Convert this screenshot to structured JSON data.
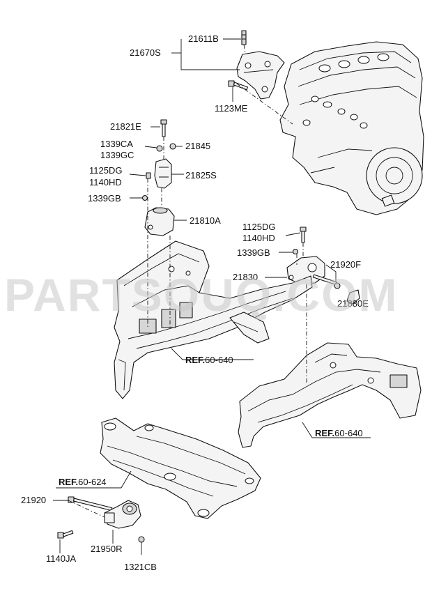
{
  "watermark": "PARTSOUQ.COM",
  "callouts": {
    "c21611B": "21611B",
    "c21670S": "21670S",
    "c1123ME": "1123ME",
    "c21821E": "21821E",
    "c1339CA": "1339CA",
    "c1339GC": "1339GC",
    "c21845": "21845",
    "c1125DG_a": "1125DG",
    "c1140HD_a": "1140HD",
    "c21825S": "21825S",
    "c1339GB_a": "1339GB",
    "c21810A": "21810A",
    "c1125DG_b": "1125DG",
    "c1140HD_b": "1140HD",
    "c1339GB_b": "1339GB",
    "c21920F": "21920F",
    "c21830": "21830",
    "c21880E": "21880E",
    "c21920": "21920",
    "c21950R": "21950R",
    "c1140JA": "1140JA",
    "c1321CB": "1321CB"
  },
  "references": {
    "ref_a": {
      "prefix": "REF.",
      "code": "60-640"
    },
    "ref_b": {
      "prefix": "REF.",
      "code": "60-640"
    },
    "ref_c": {
      "prefix": "REF.",
      "code": "60-624"
    }
  }
}
